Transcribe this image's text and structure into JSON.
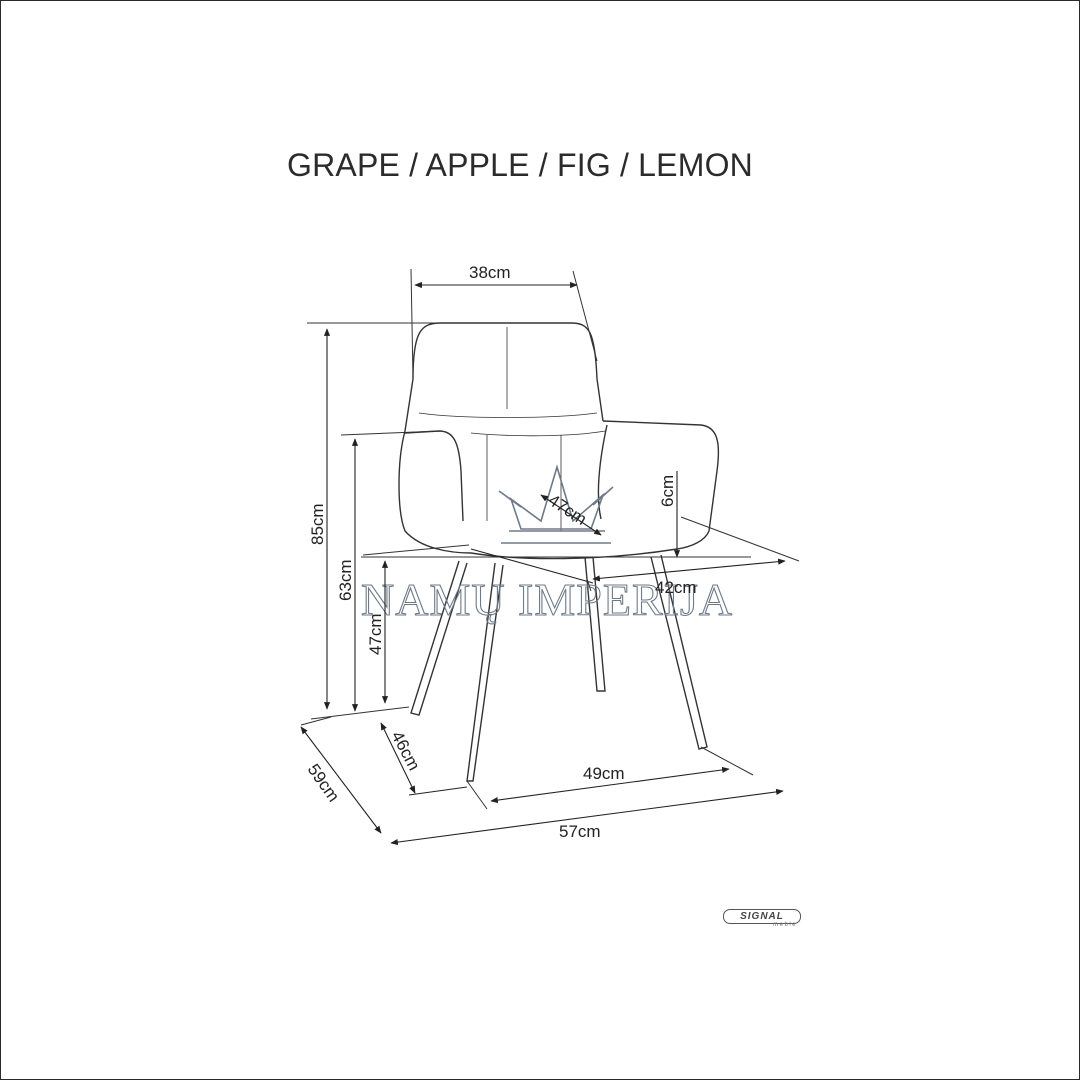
{
  "title": "GRAPE / APPLE / FIG / LEMON",
  "dimensions": {
    "back_width": "38cm",
    "total_height": "85cm",
    "armrest_height": "63cm",
    "seat_height": "47cm",
    "seat_depth": "47cm",
    "armrest_offset": "6cm",
    "seat_width": "42cm",
    "leg_depth": "46cm",
    "total_depth": "59cm",
    "leg_width": "49cm",
    "total_width": "57cm"
  },
  "watermark": {
    "text": "NAMŲ IMPERIJA"
  },
  "brand": {
    "name": "SIGNAL",
    "sub": "meble"
  }
}
